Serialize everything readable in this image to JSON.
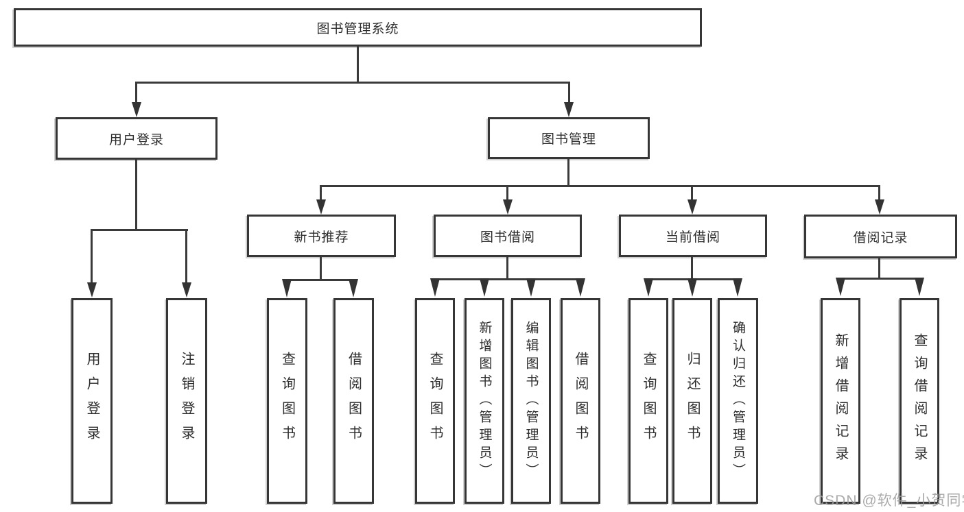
{
  "diagram": {
    "title": "图书管理系统",
    "root": "图书管理系统",
    "level2": [
      "用户登录",
      "图书管理"
    ],
    "level3": [
      "新书推荐",
      "图书借阅",
      "当前借阅",
      "借阅记录"
    ],
    "leaves_user_login": [
      "用户登录",
      "注销登录"
    ],
    "leaves_new_book": [
      "查询图书",
      "借阅图书"
    ],
    "leaves_book_borrow": [
      "查询图书",
      "新增图书（管理员）",
      "编辑图书（管理员）",
      "借阅图书"
    ],
    "leaves_current_borrow": [
      "查询图书",
      "归还图书",
      "确认归还（管理员）"
    ],
    "leaves_borrow_record": [
      "新增借阅记录",
      "查询借阅记录"
    ]
  },
  "watermark": "CSDN @软件_小贺同学",
  "colors": {
    "line": "#3a3a3a",
    "border": "#363636",
    "text": "#2d2d2d",
    "watermark": "#9e9e9e",
    "background": "#ffffff"
  }
}
